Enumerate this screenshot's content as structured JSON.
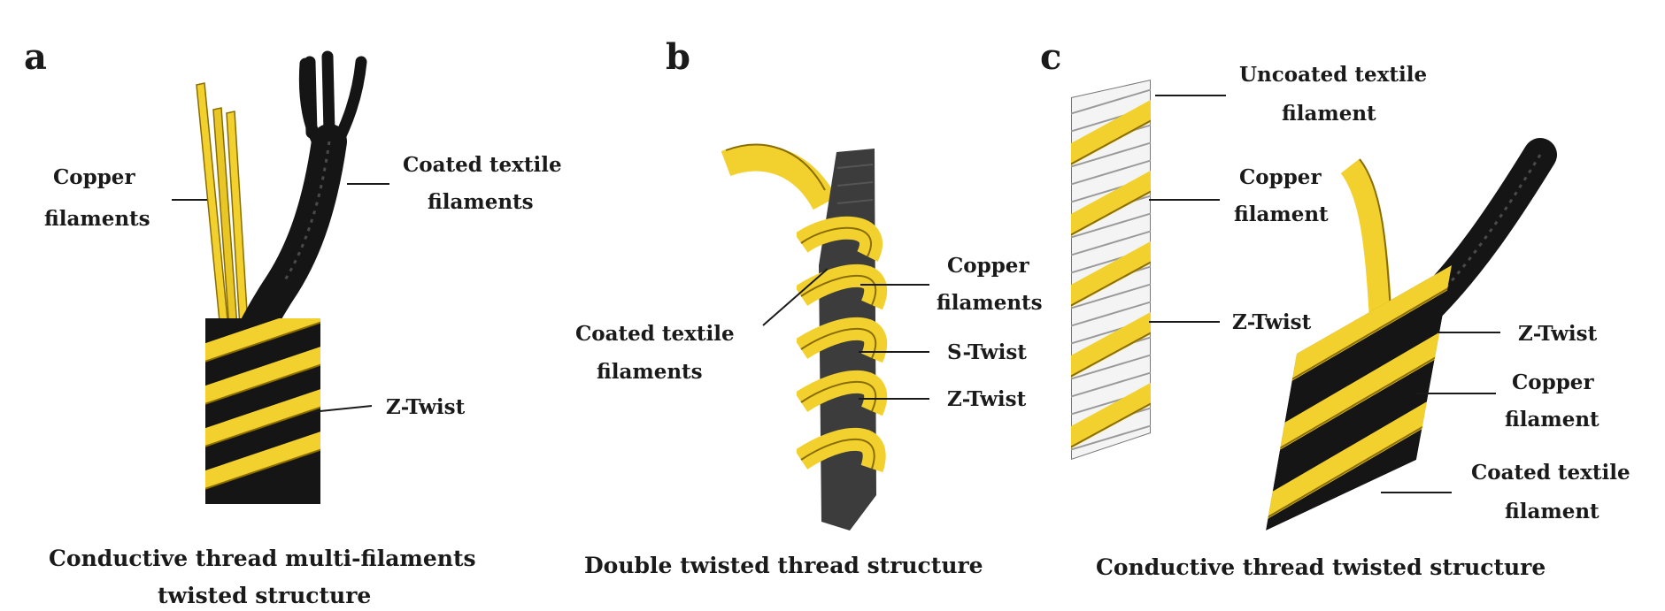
{
  "figure": {
    "panels": [
      {
        "letter": "a",
        "labels": {
          "copper": [
            "Copper",
            "filaments"
          ],
          "coated": [
            "Coated textile",
            "filaments"
          ],
          "ztwist": [
            "Z-Twist"
          ]
        },
        "caption": [
          "Conductive thread multi-filaments",
          "twisted structure"
        ]
      },
      {
        "letter": "b",
        "labels": {
          "copper": [
            "Copper",
            "filaments"
          ],
          "coated": [
            "Coated textile",
            "filaments"
          ],
          "stwist": [
            "S-Twist"
          ],
          "ztwist": [
            "Z-Twist"
          ]
        },
        "caption": [
          "Double twisted thread structure"
        ]
      },
      {
        "letter": "c",
        "labels": {
          "uncoated": [
            "Uncoated textile",
            "filament"
          ],
          "copper1": [
            "Copper",
            "filament"
          ],
          "ztwist1": [
            "Z-Twist"
          ],
          "ztwist2": [
            "Z-Twist"
          ],
          "copper2": [
            "Copper",
            "filament"
          ],
          "coated": [
            "Coated textile",
            "filament"
          ]
        },
        "caption": [
          "Conductive thread twisted structure"
        ]
      }
    ],
    "colors": {
      "copper": "#f2d12e",
      "copper_edge": "#8a6d00",
      "black_fiber": "#151515",
      "grey_fiber": "#3c3c3c",
      "white_fiber": "#f4f4f4"
    }
  }
}
